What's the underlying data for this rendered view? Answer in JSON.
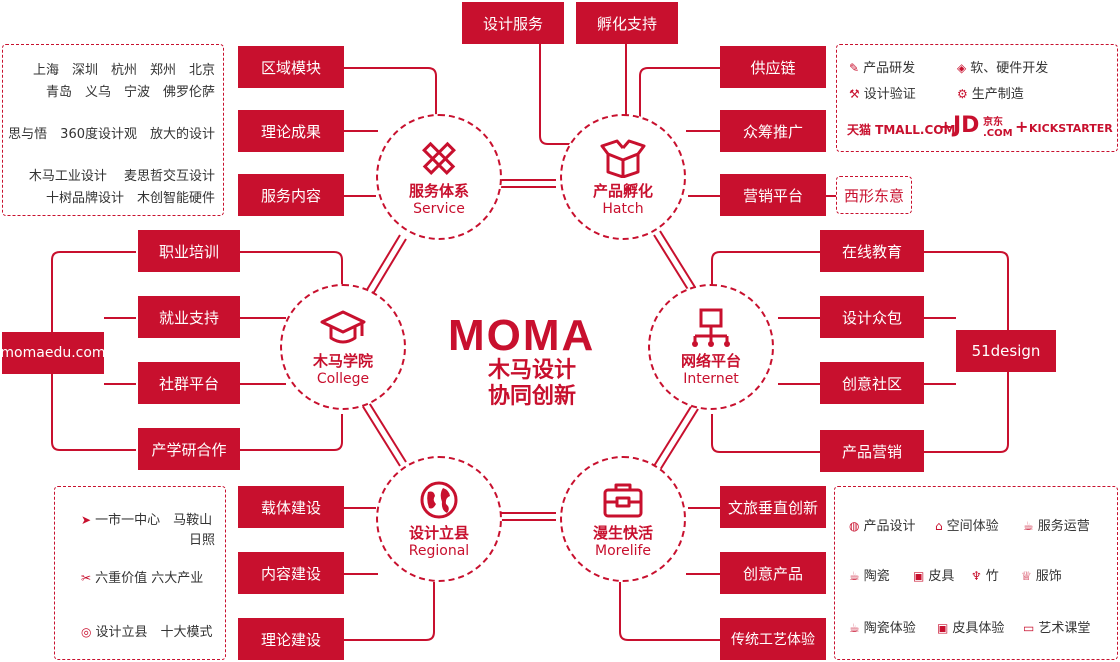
{
  "brand": {
    "logo_text": "MOMA",
    "line1": "木马设计",
    "line2": "协同创新",
    "color": "#c8102e"
  },
  "hubs": {
    "service": {
      "cn": "服务体系",
      "en": "Service",
      "icon": "ruler-pencil-icon"
    },
    "hatch": {
      "cn": "产品孵化",
      "en": "Hatch",
      "icon": "open-box-icon"
    },
    "college": {
      "cn": "木马学院",
      "en": "College",
      "icon": "graduation-cap-icon"
    },
    "internet": {
      "cn": "网络平台",
      "en": "Internet",
      "icon": "network-icon"
    },
    "regional": {
      "cn": "设计立县",
      "en": "Regional",
      "icon": "globe-icon"
    },
    "morelife": {
      "cn": "漫生快活",
      "en": "Morelife",
      "icon": "toolbox-icon"
    }
  },
  "boxes": {
    "design_service": "设计服务",
    "hatch_support": "孵化支持",
    "region_module": "区域模块",
    "theory_result": "理论成果",
    "service_content": "服务内容",
    "supply_chain": "供应链",
    "crowdfunding": "众筹推广",
    "marketing_platform": "营销平台",
    "job_training": "职业培训",
    "employment_support": "就业支持",
    "community_platform": "社群平台",
    "industry_research": "产学研合作",
    "online_education": "在线教育",
    "design_crowdsourcing": "设计众包",
    "creative_community": "创意社区",
    "product_marketing": "产品营销",
    "carrier_construction": "载体建设",
    "content_construction": "内容建设",
    "theory_construction": "理论建设",
    "culture_tourism": "文旅垂直创新",
    "creative_products": "创意产品",
    "traditional_craft": "传统工艺体验",
    "moma_edu": "momaedu.com",
    "design51": "51design"
  },
  "panels": {
    "cities": {
      "row1": "上海　深圳　杭州　郑州　北京",
      "row2": "青岛　义乌　宁波　佛罗伦萨",
      "row3": "思与悟　360度设计观　放大的设计",
      "row4": "木马工业设计　 麦思哲交互设计",
      "row5": "十树品牌设计　木创智能硬件"
    },
    "supply": {
      "item1": "产品研发",
      "item2": "软、硬件开发",
      "item3": "设计验证",
      "item4": "生产制造",
      "logo_tmall": "天猫 TMALL.COM",
      "logo_jd": "JD",
      "logo_jd_sub": "京东 .COM",
      "logo_kick": "KICKSTARTER",
      "plus": "+"
    },
    "xixing": "西形东意",
    "regional": {
      "row1": "一市一中心　马鞍山",
      "row1b": "日照",
      "row2": "六重价值 六大产业",
      "row3": "设计立县　十大模式"
    },
    "morelife": {
      "a1": "产品设计",
      "a2": "空间体验",
      "a3": "服务运营",
      "b1": "陶瓷",
      "b2": "皮具",
      "b3": "竹",
      "b4": "服饰",
      "c1": "陶瓷体验",
      "c2": "皮具体验",
      "c3": "艺术课堂"
    }
  }
}
